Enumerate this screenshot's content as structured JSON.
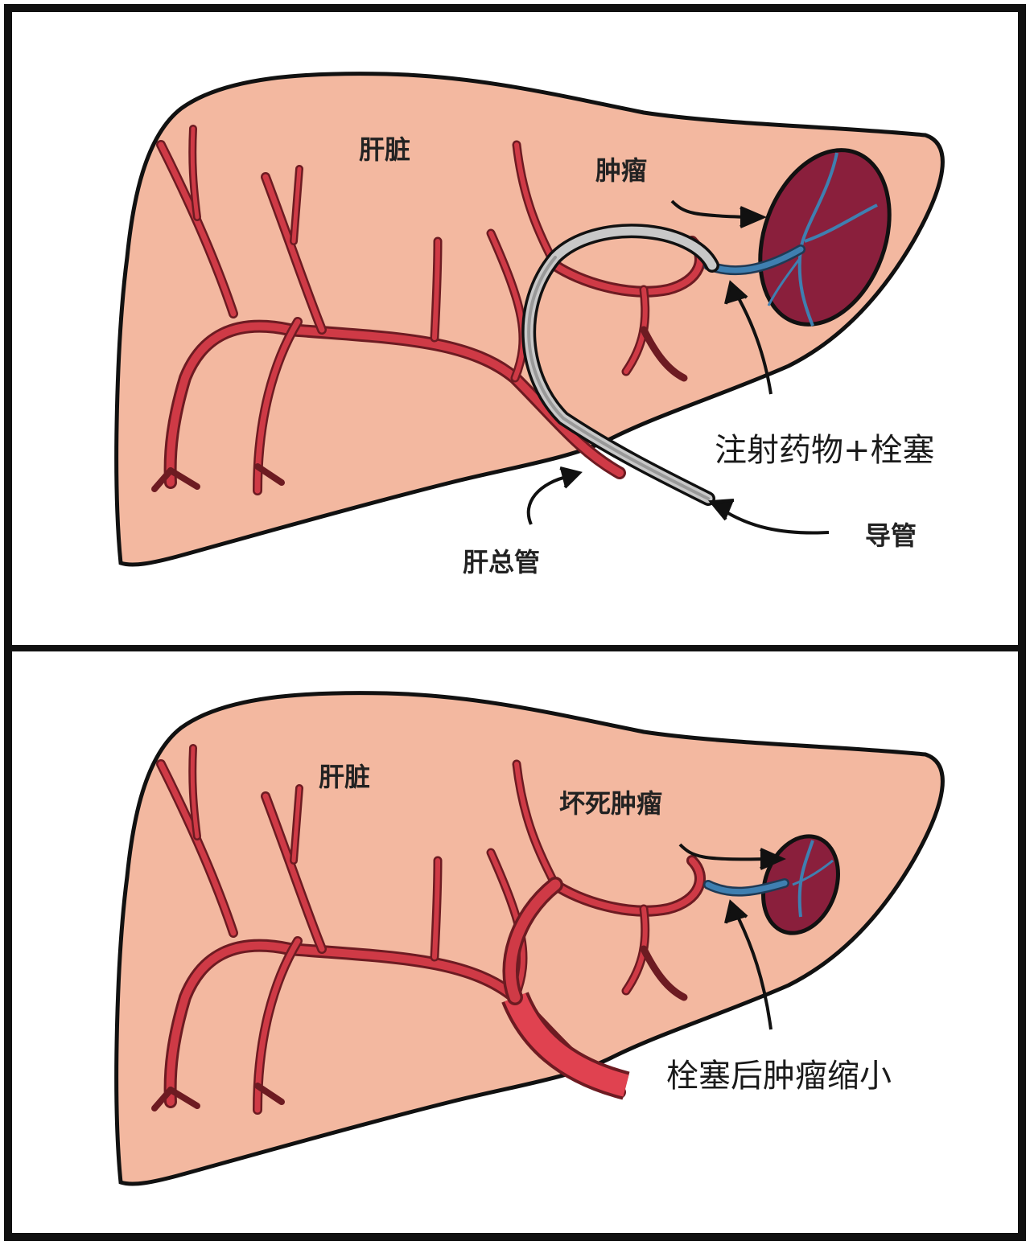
{
  "panels": [
    {
      "liver_label": "肝脏",
      "tumor_label": "肿瘤",
      "procedure_label": "注射药物+栓塞",
      "catheter_label": "导管",
      "hepatic_duct_label": "肝总管"
    },
    {
      "liver_label": "肝脏",
      "tumor_label": "坏死肿瘤",
      "result_label": "栓塞后肿瘤缩小"
    }
  ],
  "colors": {
    "liver_fill": "#f3b8a0",
    "vessel": "#cf3a46",
    "tumor": "#8a1f3c",
    "embolized_vessel": "#3f7fb0",
    "catheter": "#bdbdbd",
    "outline": "#111111"
  }
}
